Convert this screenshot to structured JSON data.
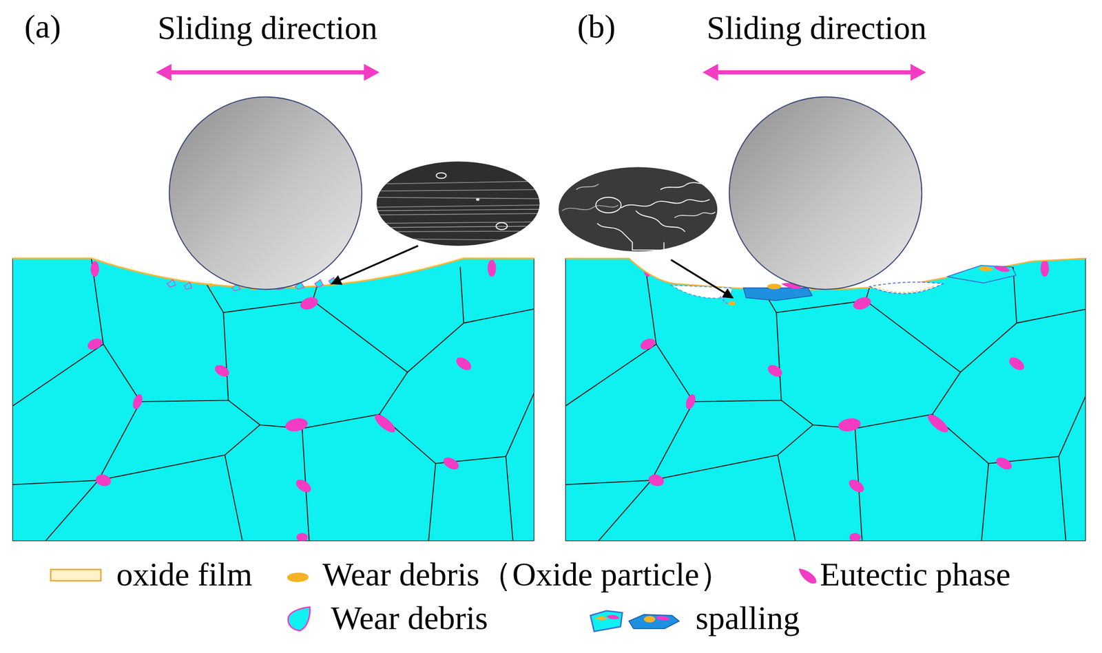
{
  "diagram": {
    "labels": [
      "(a)",
      "Sliding direction",
      "(b)",
      "Sliding direction"
    ],
    "legend": [
      {
        "text": "oxide film",
        "color": "#fdf3c8"
      },
      {
        "text": "Wear debris（Oxide particle）",
        "color": "#f5b324"
      },
      {
        "text": "Eutectic phase",
        "color": "#f43bc4"
      },
      {
        "text": "Wear debris"
      },
      {
        "text": "spalling"
      }
    ]
  }
}
